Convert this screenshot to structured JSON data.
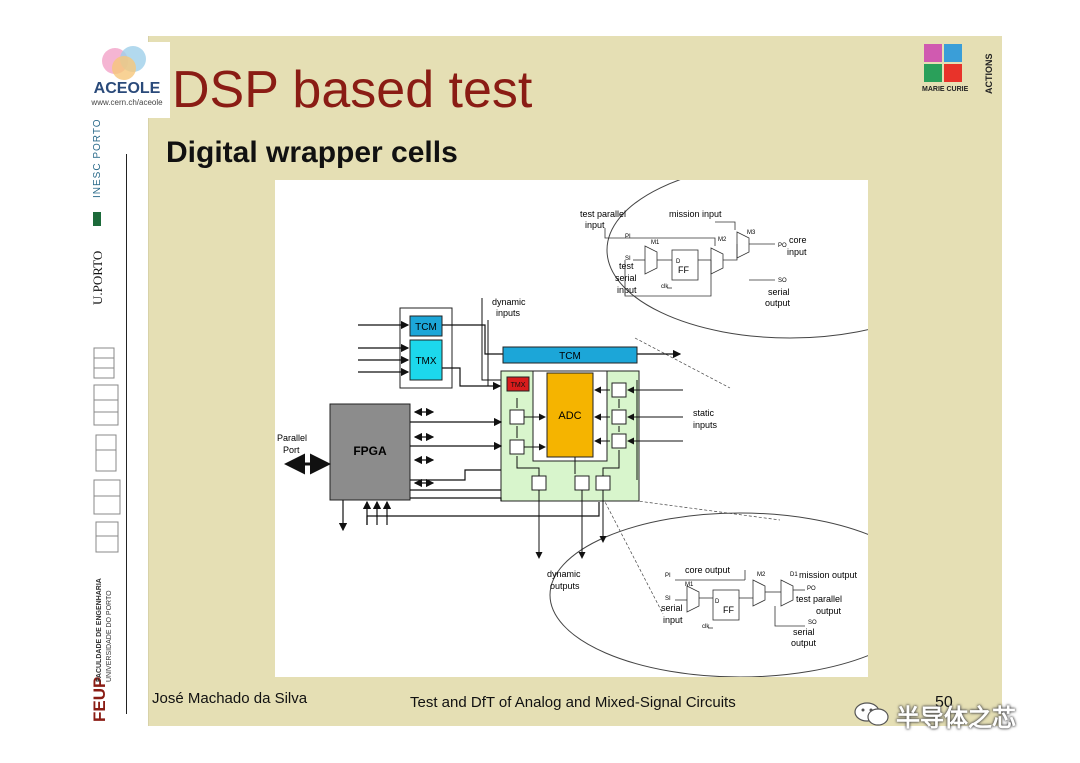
{
  "slide": {
    "title": "DSP based test",
    "subtitle": "Digital wrapper cells",
    "footer_author": "José Machado da Silva",
    "footer_course": "Test and DfT of Analog and Mixed-Signal Circuits",
    "page_number": "50"
  },
  "logos": {
    "aceole_name": "ACEOLE",
    "aceole_url": "www.cern.ch/aceole",
    "inesc": "INESC PORTO",
    "uporto": "U.PORTO",
    "feup": "FEUP",
    "feup_line1": "FACULDADE DE ENGENHARIA",
    "feup_line2": "UNIVERSIDADE DO PORTO",
    "marie_curie": "MARIE CURIE",
    "actions": "ACTIONS"
  },
  "watermark": {
    "text": "半导体之芯"
  },
  "diagram": {
    "tcm_small": "TCM",
    "tmx_small": "TMX",
    "tcm_bar": "TCM",
    "tmx_red": "TMX",
    "adc": "ADC",
    "fpga": "FPGA",
    "parallel_port_1": "Parallel",
    "parallel_port_2": "Port",
    "dynamic_inputs_1": "dynamic",
    "dynamic_inputs_2": "inputs",
    "static_inputs_1": "static",
    "static_inputs_2": "inputs",
    "dynamic_outputs_1": "dynamic",
    "dynamic_outputs_2": "outputs",
    "top": {
      "test_parallel_1": "test parallel",
      "test_parallel_2": "input",
      "mission_input": "mission input",
      "pi": "PI",
      "si": "SI",
      "m1": "M1",
      "m2": "M2",
      "m3": "M3",
      "d": "D",
      "ff": "FF",
      "clk": "clk",
      "po": "PO",
      "so": "SO",
      "core_input_1": "core",
      "core_input_2": "input",
      "test_serial_1": "test",
      "test_serial_2": "serial",
      "test_serial_3": "input",
      "serial_output_1": "serial",
      "serial_output_2": "output"
    },
    "bottom": {
      "pi": "PI",
      "core_output": "core output",
      "m1": "M1",
      "m2": "M2",
      "d1": "D1",
      "mission_output": "mission output",
      "si": "SI",
      "serial_input_1": "serial",
      "serial_input_2": "input",
      "d": "D",
      "ff": "FF",
      "clk": "clk",
      "po": "PO",
      "test_parallel_1": "test parallel",
      "test_parallel_2": "output",
      "so": "SO",
      "serial_output_1": "serial",
      "serial_output_2": "output"
    }
  },
  "colors": {
    "title": "#8a1c14",
    "slide_bg": "#e5dfb4",
    "tcm_blue": "#1ca6d8",
    "tmx_cyan": "#1cd8ec",
    "adc_orange": "#f5b400",
    "fpga_gray": "#8c8c8c",
    "wrapper_green": "#d8f5cc",
    "tmx_red": "#d81c1c"
  }
}
